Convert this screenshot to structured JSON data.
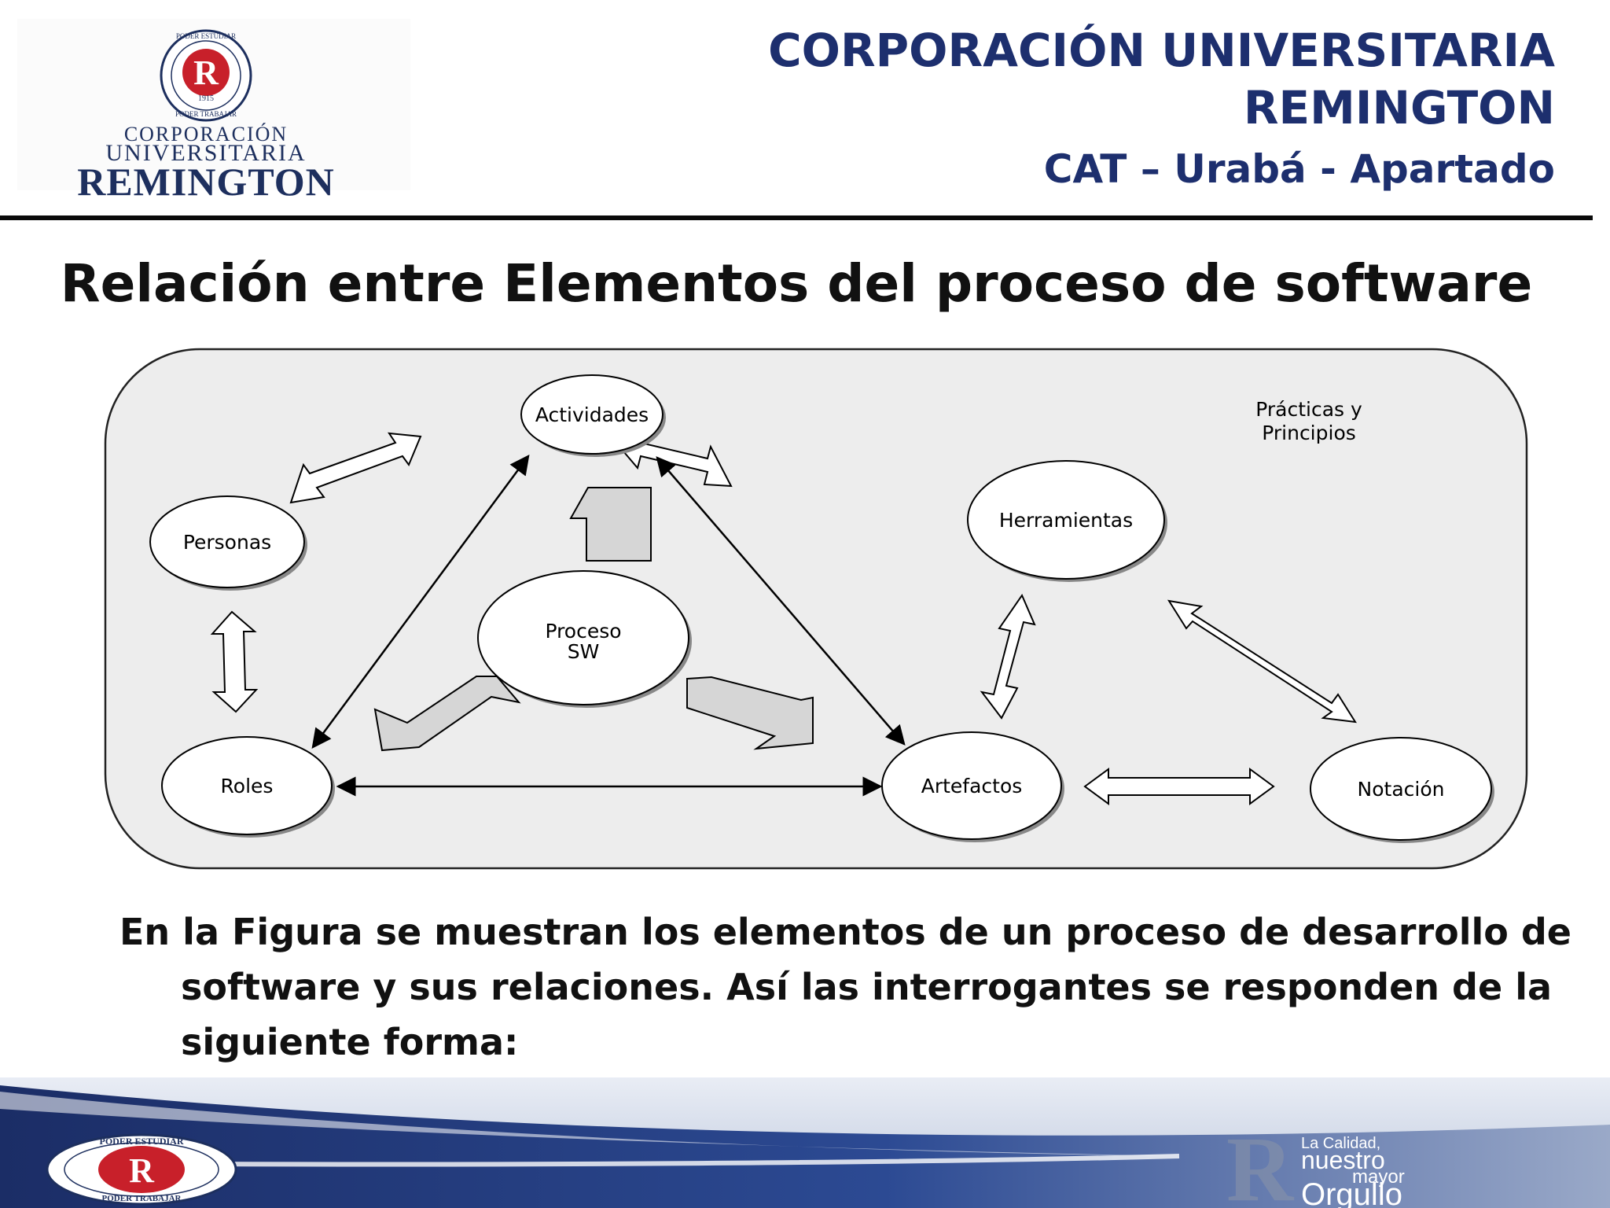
{
  "logo": {
    "seal_top": "PODER ESTUDIAR",
    "seal_bottom": "PODER TRABAJAR",
    "seal_letter": "R",
    "seal_year": "1915",
    "line1": "CORPORACIÓN",
    "line2": "UNIVERSITARIA",
    "line3": "REMINGTON"
  },
  "header": {
    "line1": "CORPORACIÓN UNIVERSITARIA",
    "line2": "REMINGTON",
    "line3": "CAT – Urabá - Apartado"
  },
  "slide": {
    "title": "Relación entre Elementos del proceso de software"
  },
  "diagram": {
    "nodes": {
      "actividades": "Actividades",
      "personas": "Personas",
      "herramientas": "Herramientas",
      "proceso_1": "Proceso",
      "proceso_2": "SW",
      "roles": "Roles",
      "artefactos": "Artefactos",
      "notacion": "Notación"
    },
    "practicas_1": "Prácticas y",
    "practicas_2": "Principios"
  },
  "paragraph": {
    "line1": "En la Figura se muestran los elementos de un proceso de desarrollo de",
    "line2": "software y sus relaciones. Así las interrogantes se responden de la",
    "line3": "siguiente forma:"
  },
  "footer": {
    "seal_top": "PODER ESTUDIAR",
    "seal_bottom": "PODER TRABAJAR",
    "seal_letter": "R",
    "tag_1": "La Calidad,",
    "tag_2": "nuestro",
    "tag_3": "mayor",
    "tag_4": "Orgullo"
  },
  "colors": {
    "navy": "#1d2f6e",
    "red": "#c8202a",
    "diagram_bg": "#ededed"
  }
}
